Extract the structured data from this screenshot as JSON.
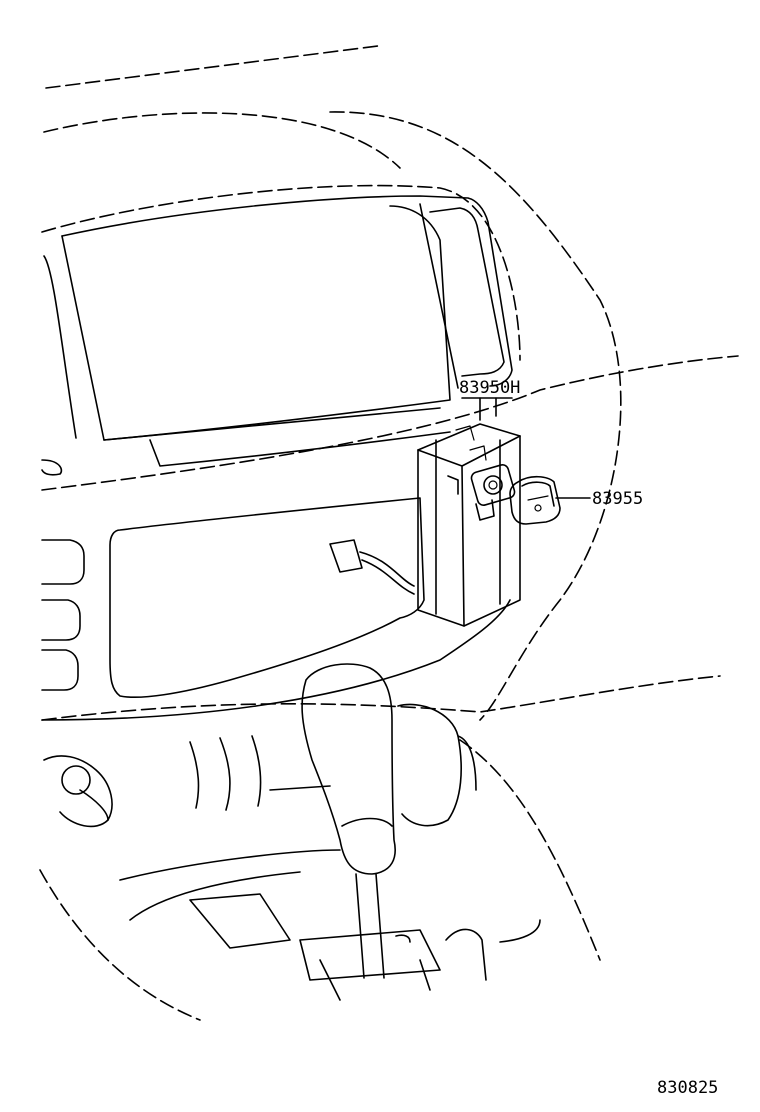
{
  "diagram": {
    "parts": [
      {
        "number": "83950H"
      },
      {
        "number": "83955"
      }
    ],
    "figure_code": "830825"
  }
}
